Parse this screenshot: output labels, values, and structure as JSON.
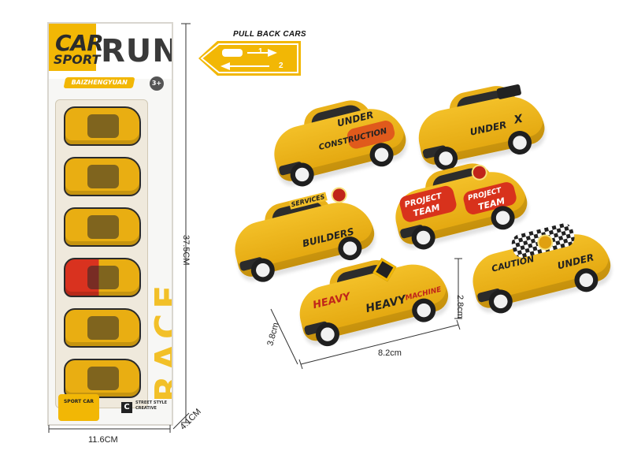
{
  "package": {
    "logo_car": "CAR",
    "logo_sport": "SPORT",
    "logo_run": "RUN",
    "brand": "BAIZHENGYUAN",
    "age": "3+",
    "vertical_text": "RACE",
    "badge": "SPORT CAR",
    "footer_c": "C",
    "footer_line1": "STREET STYLE",
    "footer_line2": "CREATIVE"
  },
  "dimensions": {
    "package_height": "37.5CM",
    "package_width": "11.6CM",
    "package_depth": "4.1CM",
    "car_length": "8.2cm",
    "car_width": "3.8cm",
    "car_height": "2.8cm"
  },
  "pullback": {
    "title": "PULL BACK CARS",
    "step1": "1",
    "step2": "2"
  },
  "cars": {
    "construction": {
      "line1": "UNDER",
      "line2": "CONSTRUCTION"
    },
    "underx": {
      "line1": "UNDER",
      "line2": "X"
    },
    "builders": {
      "line1": "BUILDERS",
      "line2": "SERVICES"
    },
    "project": {
      "line1": "PROJECT",
      "line2": "TEAM"
    },
    "heavy": {
      "line1": "HEAVY",
      "line2": "MACHINE"
    },
    "caution": {
      "line1": "CAUTION",
      "line2": "UNDER"
    }
  },
  "colors": {
    "toy_yellow": "#e9ae12",
    "accent_red": "#d8321c",
    "dark": "#222222"
  }
}
